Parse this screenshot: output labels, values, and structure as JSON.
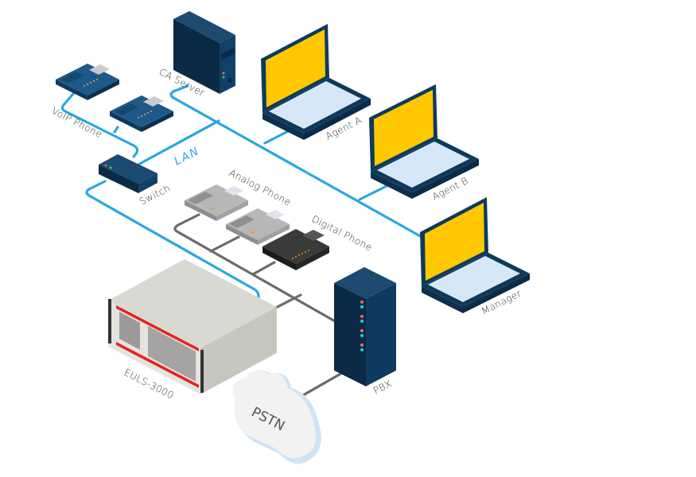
{
  "diagram": {
    "title": "",
    "colors": {
      "lan_line": "#29a8e0",
      "telephony_line": "#6b6b6b",
      "device_navy": "#0d3a5c",
      "laptop_screen": "#ffc800",
      "euls_accent": "#e8231f"
    },
    "networks": {
      "lan_label": "LAN"
    },
    "nodes": [
      {
        "id": "ca_server",
        "label": "CA Server",
        "type": "server-tower"
      },
      {
        "id": "voip_phone_1",
        "label": "VoIP Phone",
        "type": "voip-phone"
      },
      {
        "id": "voip_phone_2",
        "label": "",
        "type": "voip-phone"
      },
      {
        "id": "switch",
        "label": "Switch",
        "type": "network-switch"
      },
      {
        "id": "agent_a",
        "label": "Agent A",
        "type": "laptop"
      },
      {
        "id": "agent_b",
        "label": "Agent B",
        "type": "laptop"
      },
      {
        "id": "manager",
        "label": "Manager",
        "type": "laptop"
      },
      {
        "id": "analog_phone_1",
        "label": "Analog Phone",
        "type": "analog-phone"
      },
      {
        "id": "analog_phone_2",
        "label": "",
        "type": "analog-phone"
      },
      {
        "id": "digital_phone",
        "label": "Digital Phone",
        "type": "digital-phone"
      },
      {
        "id": "pbx",
        "label": "PBX",
        "type": "rack-server"
      },
      {
        "id": "euls",
        "label": "EULS-3000",
        "type": "rack-appliance"
      },
      {
        "id": "pstn",
        "label": "PSTN",
        "type": "cloud"
      }
    ],
    "edges": [
      {
        "from": "voip_phone_1",
        "to": "switch",
        "medium": "LAN"
      },
      {
        "from": "voip_phone_2",
        "to": "switch",
        "medium": "LAN"
      },
      {
        "from": "switch",
        "to": "ca_server",
        "medium": "LAN"
      },
      {
        "from": "switch",
        "to": "agent_a",
        "medium": "LAN"
      },
      {
        "from": "switch",
        "to": "agent_b",
        "medium": "LAN"
      },
      {
        "from": "switch",
        "to": "manager",
        "medium": "LAN"
      },
      {
        "from": "switch",
        "to": "euls",
        "medium": "LAN"
      },
      {
        "from": "analog_phone_1",
        "to": "pbx",
        "medium": "telephony"
      },
      {
        "from": "analog_phone_2",
        "to": "pbx",
        "medium": "telephony"
      },
      {
        "from": "digital_phone",
        "to": "pbx",
        "medium": "telephony"
      },
      {
        "from": "euls",
        "to": "pbx",
        "medium": "telephony"
      },
      {
        "from": "pbx",
        "to": "pstn",
        "medium": "telephony"
      }
    ]
  }
}
